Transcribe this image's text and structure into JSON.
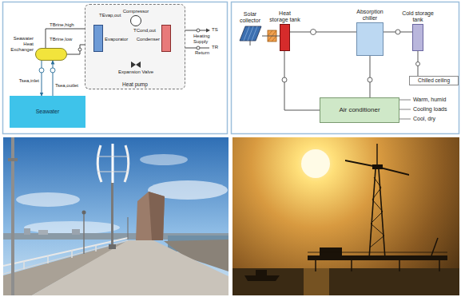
{
  "diagram": {
    "nodes": [
      {
        "text": [
          "Heat pump"
        ]
      },
      {
        "text": [
          "Compressor"
        ],
        "in": 0
      },
      {
        "text": [
          "Evaporator"
        ],
        "in": 0
      },
      {
        "text": [
          "Condenser"
        ],
        "in": 0
      },
      {
        "text": [
          "Expansion Valve"
        ],
        "in": 0
      },
      {
        "text": [
          "Seawater Heat Exchanger"
        ]
      },
      {
        "text": [
          "Seawater"
        ]
      },
      {
        "text": [
          "Solar collector"
        ]
      },
      {
        "text": [
          "Heat storage tank"
        ]
      },
      {
        "text": [
          "Absorption chiller"
        ]
      },
      {
        "text": [
          "Cold storage tank"
        ]
      },
      {
        "text": [
          "Chilled ceiling"
        ]
      },
      {
        "text": [
          "Air conditioner"
        ]
      }
    ],
    "edges": [
      {
        "from": 2,
        "to": 5,
        "arrow": "none"
      },
      {
        "from": 5,
        "to": 2,
        "arrow": "none"
      },
      {
        "from": 2,
        "to": 1,
        "arrow": "none"
      },
      {
        "from": 1,
        "to": 3,
        "arrow": "none"
      },
      {
        "from": 3,
        "to": 4,
        "arrow": "none"
      },
      {
        "from": 4,
        "to": 2,
        "arrow": "none"
      },
      {
        "from": 5,
        "to": 6,
        "arrow": "to"
      },
      {
        "from": 6,
        "to": 5,
        "arrow": "to"
      },
      {
        "from": 7,
        "to": 8,
        "arrow": "none"
      },
      {
        "from": 8,
        "to": 9,
        "arrow": "none"
      },
      {
        "from": 9,
        "to": 10,
        "arrow": "none"
      },
      {
        "from": 8,
        "to": 12,
        "arrow": "none"
      },
      {
        "from": 9,
        "to": 12,
        "arrow": "none"
      },
      {
        "from": 10,
        "to": 11,
        "arrow": "none"
      }
    ],
    "labels": [
      "TBrine,high",
      "TBrine,low",
      "TEvap,out",
      "TCond,out",
      "TS",
      "Heating Supply",
      "TR",
      "Return",
      "Tsea,inlet",
      "Tsea,outlet",
      "Warm, humid",
      "Cooling loads",
      "Cool, dry"
    ]
  }
}
